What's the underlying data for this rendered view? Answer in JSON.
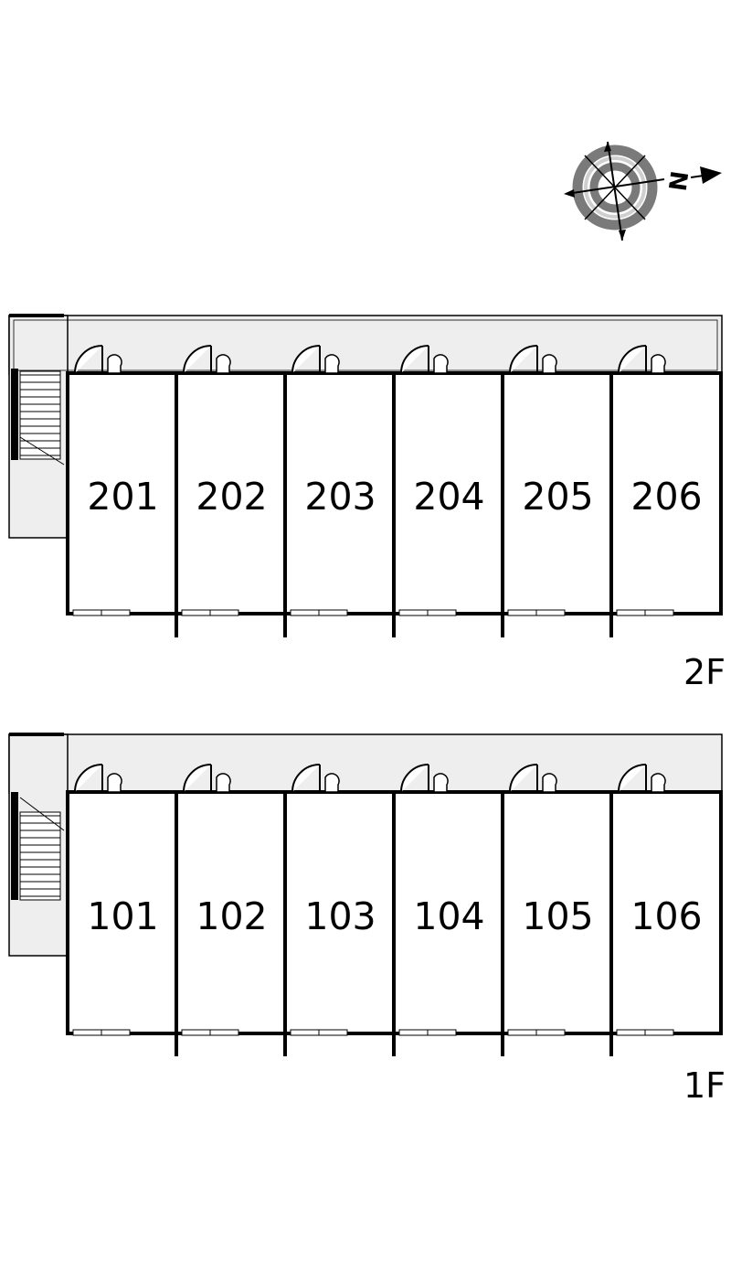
{
  "compass": {
    "icon": "compass-rose-icon",
    "north_letter": "N",
    "north_direction": "right",
    "ring_color": "#6e6e6e"
  },
  "colors": {
    "corridor_fill": "#eeeeee",
    "wall": "#000000",
    "background": "#ffffff"
  },
  "floors": [
    {
      "label": "2F",
      "units": [
        "201",
        "202",
        "203",
        "204",
        "205",
        "206"
      ]
    },
    {
      "label": "1F",
      "units": [
        "101",
        "102",
        "103",
        "104",
        "105",
        "106"
      ]
    }
  ]
}
